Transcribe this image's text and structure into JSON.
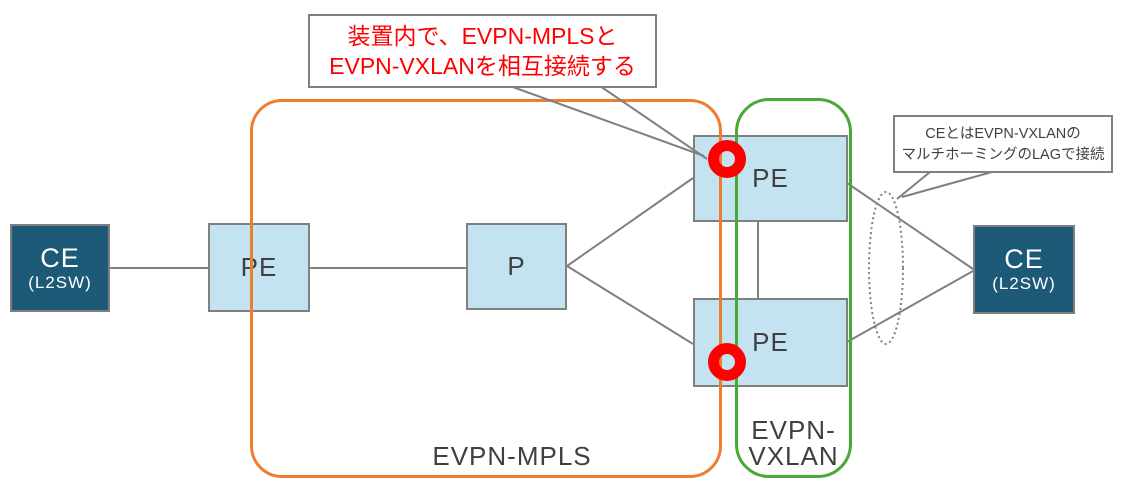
{
  "diagram": {
    "nodes": {
      "ce_left": {
        "title": "CE",
        "subtitle": "(L2SW)"
      },
      "pe_left": {
        "label": "PE"
      },
      "p_core": {
        "label": "P"
      },
      "pe_top": {
        "label": "PE"
      },
      "pe_bottom": {
        "label": "PE"
      },
      "ce_right": {
        "title": "CE",
        "subtitle": "(L2SW)"
      }
    },
    "regions": {
      "evpn_mpls": {
        "label": "EVPN-MPLS"
      },
      "evpn_vxlan": {
        "label_line1": "EVPN-",
        "label_line2": "VXLAN"
      }
    },
    "annotations": {
      "interconnect_note": {
        "line1": "装置内で、EVPN-MPLSと",
        "line2": "EVPN-VXLANを相互接続する"
      },
      "lag_note": {
        "line1": "CEとはEVPN-VXLANの",
        "line2": "マルチホーミングのLAGで接続"
      }
    },
    "colors": {
      "node_fill": "#C4E3F1",
      "node_border": "#808080",
      "ce_fill": "#1D5A78",
      "mpls_region": "#ED7D31",
      "vxlan_region": "#4AA834",
      "highlight_ring": "#FF0000",
      "note_text_red": "#FF0000",
      "line": "#808080",
      "text": "#404040"
    }
  }
}
